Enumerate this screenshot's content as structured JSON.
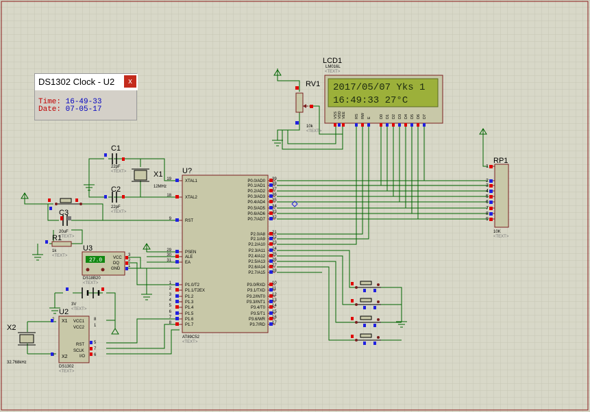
{
  "popup": {
    "title": "DS1302 Clock - U2",
    "close": "x",
    "time_label": "Time:",
    "time_value": "16-49-33",
    "date_label": "Date:",
    "date_value": "07-05-17"
  },
  "lcd": {
    "ref": "LCD1",
    "model": "LM016L",
    "text_tag": "<TEXT>",
    "line1": "2017/05/07 Yks 1",
    "line2": "16:49:33    27°C",
    "pins": [
      "VSS",
      "VDD",
      "VEE",
      "RS",
      "RW",
      "E",
      "D0",
      "D1",
      "D2",
      "D3",
      "D4",
      "D5",
      "D6",
      "D7"
    ]
  },
  "rv1": {
    "ref": "RV1",
    "value": "10k",
    "text_tag": "<TEXT>"
  },
  "rp1": {
    "ref": "RP1",
    "value": "10K",
    "text_tag": "<TEXT>",
    "pins": [
      "1",
      "2",
      "3",
      "4",
      "5",
      "6",
      "7",
      "8",
      "9"
    ]
  },
  "c1": {
    "ref": "C1",
    "value": "22pF",
    "text_tag": "<TEXT>"
  },
  "c2": {
    "ref": "C2",
    "value": "22pF",
    "text_tag": "<TEXT>"
  },
  "c3": {
    "ref": "C3",
    "value": "20uF",
    "text_tag": "<TEXT>"
  },
  "x1": {
    "ref": "X1",
    "value": "12MHz"
  },
  "x2": {
    "ref": "X2",
    "value": "32.768kHz"
  },
  "r1": {
    "ref": "R1",
    "value": "1k",
    "text_tag": "<TEXT>"
  },
  "u3": {
    "ref": "U3",
    "model": "DS18B20",
    "text_tag": "<TEXT>",
    "display": "27.0",
    "pins": [
      "VCC",
      "DQ",
      "GND"
    ],
    "pin_nums": [
      "3",
      "2",
      "1"
    ]
  },
  "b1": {
    "value": "3V",
    "text_tag": "<TEXT>"
  },
  "u2": {
    "ref": "U2",
    "model": "DS1302",
    "text_tag": "<TEXT>",
    "pins_left": [
      "X1",
      "X2"
    ],
    "pins_left_nums": [
      "2",
      "3"
    ],
    "pins_right": [
      "VCC1",
      "VCC2",
      "RST",
      "SCLK",
      "I/O"
    ],
    "pins_right_nums": [
      "8",
      "1",
      "5",
      "7",
      "6"
    ]
  },
  "u1": {
    "ref": "U?",
    "model": "AT89C52",
    "text_tag": "<TEXT>",
    "left_pins": [
      {
        "num": "19",
        "name": "XTAL1"
      },
      {
        "num": "18",
        "name": "XTAL2"
      },
      {
        "num": "9",
        "name": "RST"
      },
      {
        "num": "29",
        "name": "PSEN"
      },
      {
        "num": "30",
        "name": "ALE"
      },
      {
        "num": "31",
        "name": "EA"
      },
      {
        "num": "1",
        "name": "P1.0/T2"
      },
      {
        "num": "2",
        "name": "P1.1/T2EX"
      },
      {
        "num": "3",
        "name": "P1.2"
      },
      {
        "num": "4",
        "name": "P1.3"
      },
      {
        "num": "5",
        "name": "P1.4"
      },
      {
        "num": "6",
        "name": "P1.5"
      },
      {
        "num": "7",
        "name": "P1.6"
      },
      {
        "num": "8",
        "name": "P1.7"
      }
    ],
    "right_pins": [
      {
        "num": "39",
        "name": "P0.0/AD0"
      },
      {
        "num": "38",
        "name": "P0.1/AD1"
      },
      {
        "num": "37",
        "name": "P0.2/AD2"
      },
      {
        "num": "36",
        "name": "P0.3/AD3"
      },
      {
        "num": "35",
        "name": "P0.4/AD4"
      },
      {
        "num": "34",
        "name": "P0.5/AD5"
      },
      {
        "num": "33",
        "name": "P0.6/AD6"
      },
      {
        "num": "32",
        "name": "P0.7/AD7"
      },
      {
        "num": "21",
        "name": "P2.0/A8"
      },
      {
        "num": "22",
        "name": "P2.1/A9"
      },
      {
        "num": "23",
        "name": "P2.2/A10"
      },
      {
        "num": "24",
        "name": "P2.3/A11"
      },
      {
        "num": "25",
        "name": "P2.4/A12"
      },
      {
        "num": "26",
        "name": "P2.5/A13"
      },
      {
        "num": "27",
        "name": "P2.6/A14"
      },
      {
        "num": "28",
        "name": "P2.7/A15"
      },
      {
        "num": "10",
        "name": "P3.0/RXD"
      },
      {
        "num": "11",
        "name": "P3.1/TXD"
      },
      {
        "num": "12",
        "name": "P3.2/INT0"
      },
      {
        "num": "13",
        "name": "P3.3/INT1"
      },
      {
        "num": "14",
        "name": "P3.4/T0"
      },
      {
        "num": "15",
        "name": "P3.5/T1"
      },
      {
        "num": "16",
        "name": "P3.6/WR"
      },
      {
        "num": "17",
        "name": "P3.7/RD"
      }
    ]
  },
  "colors": {
    "background": "#d8d8c8",
    "grid": "#c6c6b5",
    "wire": "#006400",
    "chip_fill": "#c8c8a8",
    "chip_border": "#7a1f1f",
    "pin_red": "#e00000",
    "pin_blue": "#2020e0",
    "lcd_screen": "#9cb03a",
    "lcd_text": "#1c2a10",
    "popup_key": "#c00000",
    "popup_value": "#0000c0"
  }
}
